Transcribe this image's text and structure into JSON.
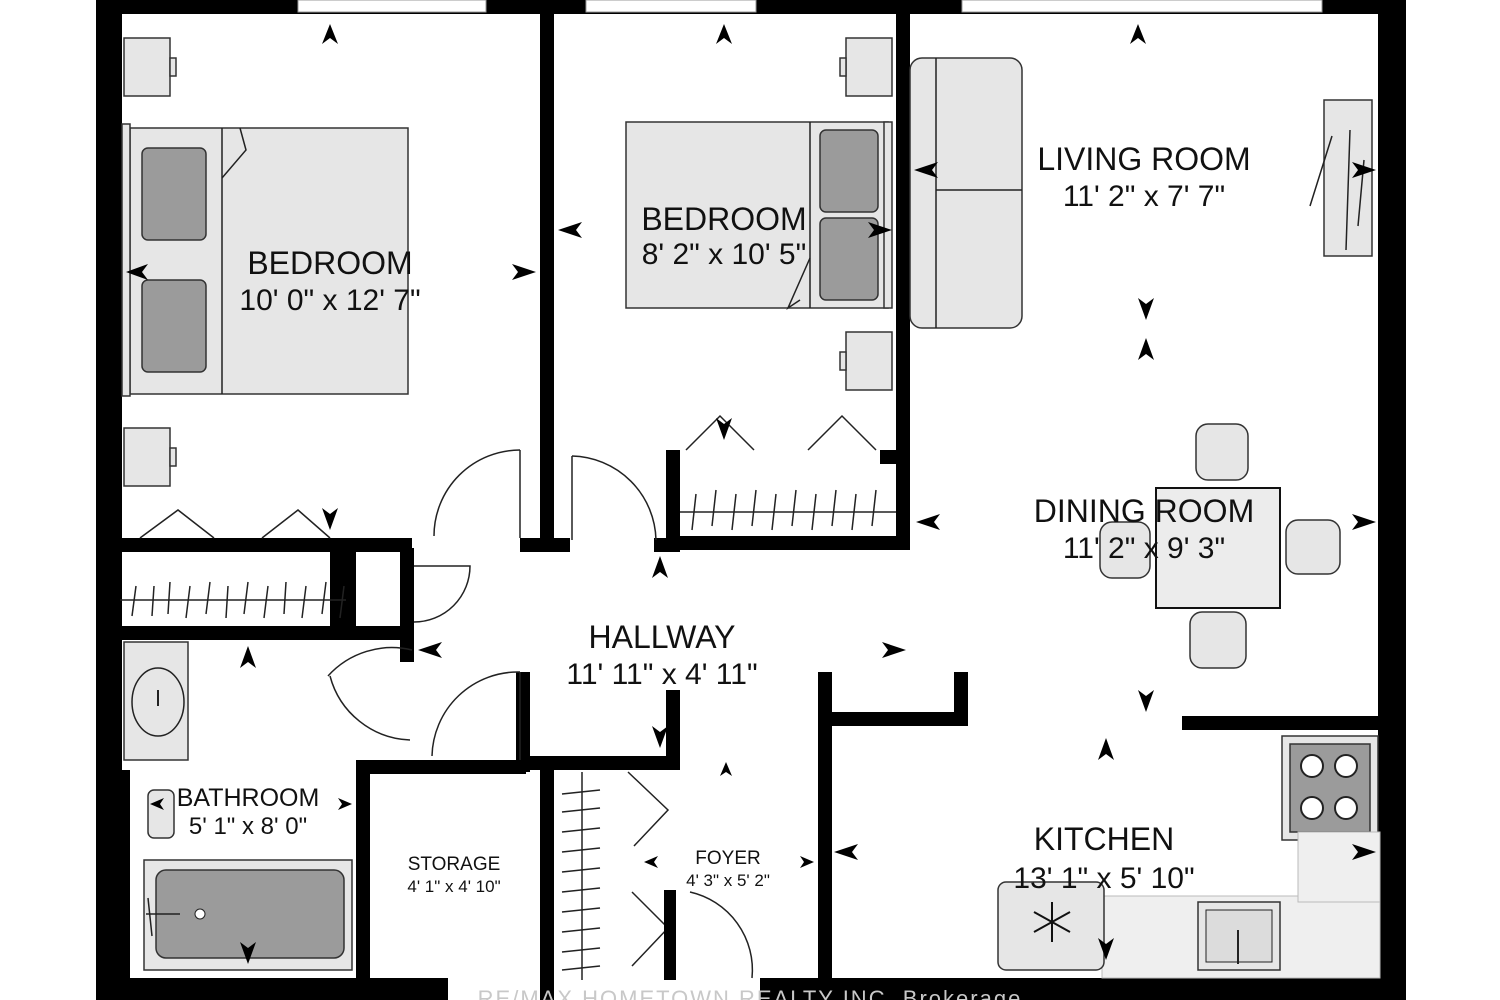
{
  "rooms": [
    {
      "key": "bedroom1",
      "name": "BEDROOM",
      "dims": "10' 0\" x 12' 7\""
    },
    {
      "key": "bedroom2",
      "name": "BEDROOM",
      "dims": "8' 2\" x 10' 5\""
    },
    {
      "key": "living",
      "name": "LIVING ROOM",
      "dims": "11' 2\" x 7' 7\""
    },
    {
      "key": "dining",
      "name": "DINING ROOM",
      "dims": "11' 2\" x 9' 3\""
    },
    {
      "key": "hallway",
      "name": "HALLWAY",
      "dims": "11' 11\" x 4' 11\""
    },
    {
      "key": "bathroom",
      "name": "BATHROOM",
      "dims": "5' 1\" x 8' 0\""
    },
    {
      "key": "storage",
      "name": "STORAGE",
      "dims": "4' 1\" x 4' 10\""
    },
    {
      "key": "foyer",
      "name": "FOYER",
      "dims": "4' 3\" x 5' 2\""
    },
    {
      "key": "kitchen",
      "name": "KITCHEN",
      "dims": "13' 1\" x 5' 10\""
    }
  ],
  "watermark": "RE/MAX HOMETOWN REALTY INC. Brokerage",
  "colors": {
    "wall": "#000000",
    "furniture": "#e6e6e6",
    "cushion": "#9b9b9b",
    "background": "#ffffff"
  }
}
